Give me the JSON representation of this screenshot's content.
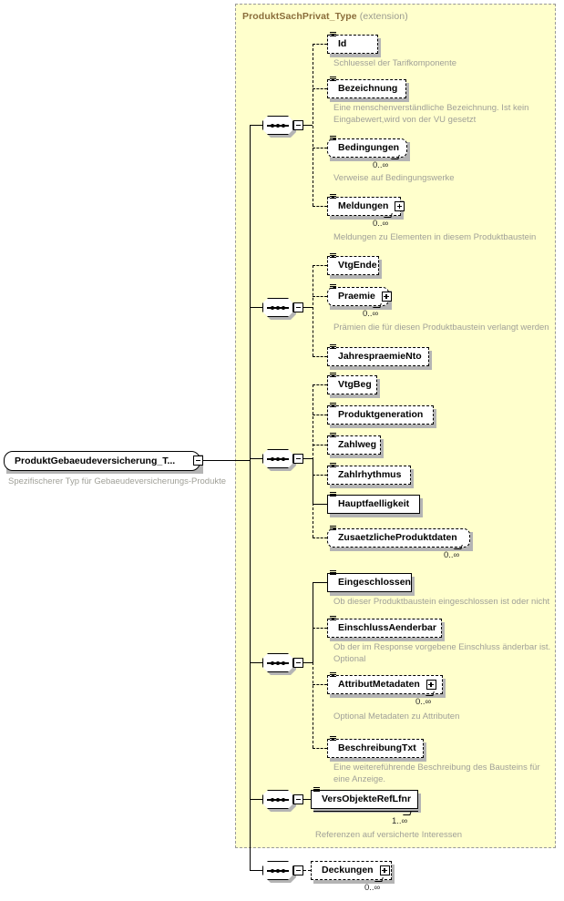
{
  "diagram": {
    "kind": "xml-schema-element-tree",
    "root": {
      "label": "ProduktGebaeudeversicherung_T...",
      "annotation": "Spezifischerer Typ für Gebaeudeversicherungs-Produkte",
      "expander": "minus"
    },
    "extension": {
      "title": "ProduktSachPrivat_Type",
      "kind_label": "(extension)"
    },
    "groups": [
      {
        "name": "sequence-1",
        "compositor": "sequence",
        "elements": [
          {
            "label": "Id",
            "required": false,
            "repeating": false,
            "expander": null,
            "occurrence": null,
            "annotation": "Schluessel der Tarifkomponente"
          },
          {
            "label": "Bezeichnung",
            "required": false,
            "repeating": false,
            "expander": null,
            "occurrence": null,
            "annotation": "Eine menschenverständliche Bezeichnung. Ist kein\nEingabewert,wird von der VU gesetzt"
          },
          {
            "label": "Bedingungen",
            "required": false,
            "repeating": true,
            "expander": null,
            "occurrence": "0..∞",
            "annotation": "Verweise auf Bedingungswerke"
          },
          {
            "label": "Meldungen",
            "required": false,
            "repeating": true,
            "expander": "plus",
            "occurrence": "0..∞",
            "annotation": "Meldungen zu Elementen in diesem Produktbaustein"
          }
        ]
      },
      {
        "name": "sequence-2",
        "compositor": "sequence",
        "elements": [
          {
            "label": "VtgEnde",
            "required": false,
            "repeating": false,
            "expander": null,
            "occurrence": null,
            "annotation": null
          },
          {
            "label": "Praemie",
            "required": false,
            "repeating": true,
            "expander": "plus",
            "occurrence": "0..∞",
            "annotation": "Prämien die für diesen Produktbaustein verlangt werden"
          },
          {
            "label": "JahrespraemieNto",
            "required": false,
            "repeating": false,
            "expander": null,
            "occurrence": null,
            "annotation": null
          }
        ]
      },
      {
        "name": "sequence-3",
        "compositor": "sequence",
        "elements": [
          {
            "label": "VtgBeg",
            "required": false,
            "repeating": false,
            "expander": null,
            "occurrence": null,
            "annotation": null
          },
          {
            "label": "Produktgeneration",
            "required": false,
            "repeating": false,
            "expander": null,
            "occurrence": null,
            "annotation": null
          },
          {
            "label": "Zahlweg",
            "required": false,
            "repeating": false,
            "expander": null,
            "occurrence": null,
            "annotation": null
          },
          {
            "label": "Zahlrhythmus",
            "required": false,
            "repeating": false,
            "expander": null,
            "occurrence": null,
            "annotation": null
          },
          {
            "label": "Hauptfaelligkeit",
            "required": true,
            "repeating": false,
            "expander": null,
            "occurrence": null,
            "annotation": null
          },
          {
            "label": "ZusaetzlicheProduktdaten",
            "required": false,
            "repeating": true,
            "expander": null,
            "occurrence": "0..∞",
            "annotation": null
          }
        ]
      },
      {
        "name": "sequence-4",
        "compositor": "sequence",
        "elements": [
          {
            "label": "Eingeschlossen",
            "required": true,
            "repeating": false,
            "expander": null,
            "occurrence": null,
            "annotation": "Ob dieser Produktbaustein eingeschlossen ist oder nicht"
          },
          {
            "label": "EinschlussAenderbar",
            "required": false,
            "repeating": false,
            "expander": null,
            "occurrence": null,
            "annotation": "Ob der im Response vorgebene Einschluss änderbar ist.\nOptional"
          },
          {
            "label": "AttributMetadaten",
            "required": false,
            "repeating": true,
            "expander": "plus",
            "occurrence": "0..∞",
            "annotation": "Optional Metadaten zu Attributen"
          },
          {
            "label": "BeschreibungTxt",
            "required": false,
            "repeating": false,
            "expander": null,
            "occurrence": null,
            "annotation": "Eine weitereführende Beschreibung des Bausteins für\neine Anzeige."
          }
        ]
      },
      {
        "name": "sequence-5",
        "compositor": "sequence",
        "elements": [
          {
            "label": "VersObjekteRefLfnr",
            "required": true,
            "repeating": true,
            "expander": null,
            "occurrence": "1..∞",
            "annotation": "Referenzen auf versicherte Interessen"
          }
        ]
      },
      {
        "name": "sequence-6",
        "compositor": "sequence",
        "elements": [
          {
            "label": "Deckungen",
            "required": false,
            "repeating": true,
            "expander": "plus",
            "occurrence": "0..∞",
            "annotation": null
          }
        ]
      }
    ],
    "colors": {
      "extension_background": "#ffffcc",
      "extension_border": "#999999",
      "title_text": "#8a6d3b",
      "annotation_text": "#a0a098",
      "node_border": "#000000",
      "node_background": "#ffffff",
      "shadow": "#b4b4b4"
    }
  }
}
